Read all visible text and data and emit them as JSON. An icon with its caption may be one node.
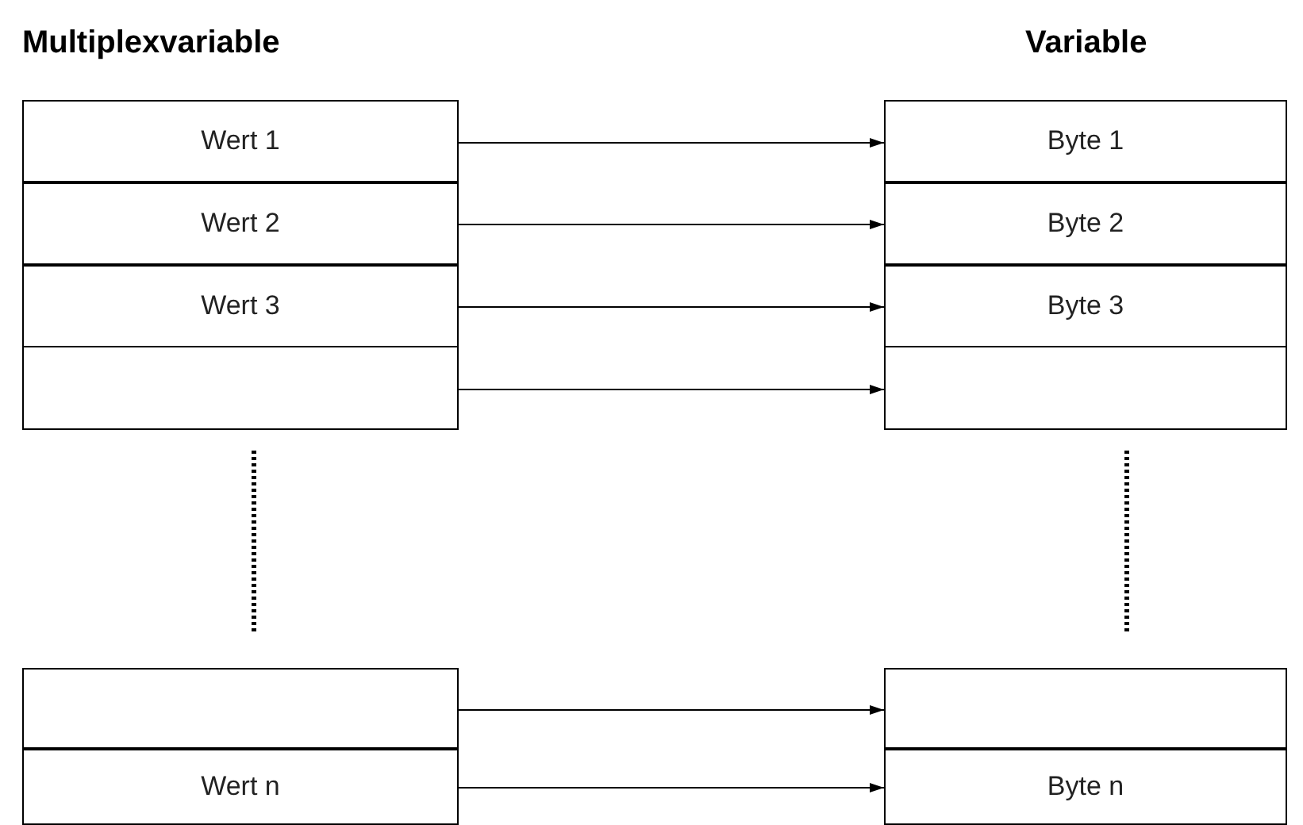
{
  "diagram": {
    "nodes": [
      {
        "text": [
          "Wert 1"
        ]
      },
      {
        "text": [
          "Wert 2"
        ]
      },
      {
        "text": [
          "Wert 3"
        ]
      },
      {
        "text": [],
        "shape": "box"
      },
      {
        "text": [],
        "shape": "box"
      },
      {
        "text": [
          "Wert n"
        ]
      },
      {
        "text": [
          "Byte 1"
        ]
      },
      {
        "text": [
          "Byte 2"
        ]
      },
      {
        "text": [
          "Byte 3"
        ]
      },
      {
        "text": [],
        "shape": "box"
      },
      {
        "text": [],
        "shape": "box"
      },
      {
        "text": [
          "Byte n"
        ]
      }
    ],
    "edges": [
      {
        "from": 0,
        "to": 6,
        "arrow": "to"
      },
      {
        "from": 1,
        "to": 7,
        "arrow": "to"
      },
      {
        "from": 2,
        "to": 8,
        "arrow": "to"
      },
      {
        "from": 3,
        "to": 9,
        "arrow": "to"
      },
      {
        "from": 4,
        "to": 10,
        "arrow": "to"
      },
      {
        "from": 5,
        "to": 11,
        "arrow": "to"
      }
    ],
    "labels": [
      "Multiplexvariable",
      "Variable"
    ]
  }
}
